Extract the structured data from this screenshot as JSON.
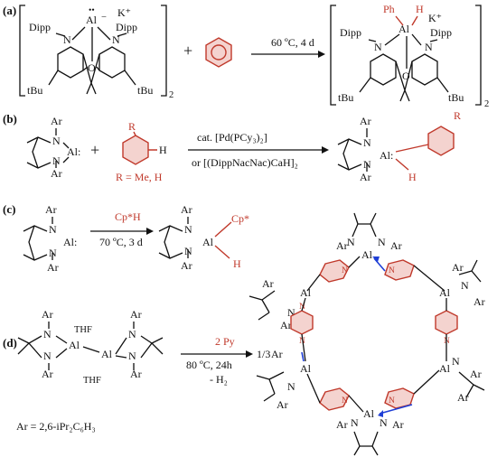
{
  "panels": {
    "a": "(a)",
    "b": "(b)",
    "c": "(c)",
    "d": "(d)"
  },
  "rowA": {
    "dipp": "Dipp",
    "al": "Al",
    "k_plus": "K⁺",
    "n": "N",
    "o": "O",
    "tbu": "tBu",
    "subscript": "2",
    "plus": "+",
    "conditions": "60 ºC, 4 d",
    "ph": "Ph",
    "h": "H"
  },
  "rowB": {
    "ar": "Ar",
    "al": "Al:",
    "n": "N",
    "r": "R",
    "h": "H",
    "r_def": "R = Me, H",
    "cat_line1": "cat. [Pd(PCy₃)₂]",
    "cat_line2": "or [(DippNacNac)CaH]₂"
  },
  "rowC": {
    "ar": "Ar",
    "n": "N",
    "al": "Al:",
    "reagent": "Cp*H",
    "conditions": "70 ºC, 3 d",
    "cp": "Cp*",
    "h": "H"
  },
  "rowD": {
    "ar": "Ar",
    "n": "N",
    "al": "Al",
    "thf": "THF",
    "reagent": "2 Py",
    "cond1": "80 ºC, 24h",
    "cond2": "- H₂",
    "fraction": "1/3",
    "ar_def": "Ar = 2,6-iPr₂C₆H₃"
  },
  "colors": {
    "accent_red": "#c0392b",
    "highlight": "#f4d3cf",
    "dative_blue": "#1f3fd6"
  }
}
